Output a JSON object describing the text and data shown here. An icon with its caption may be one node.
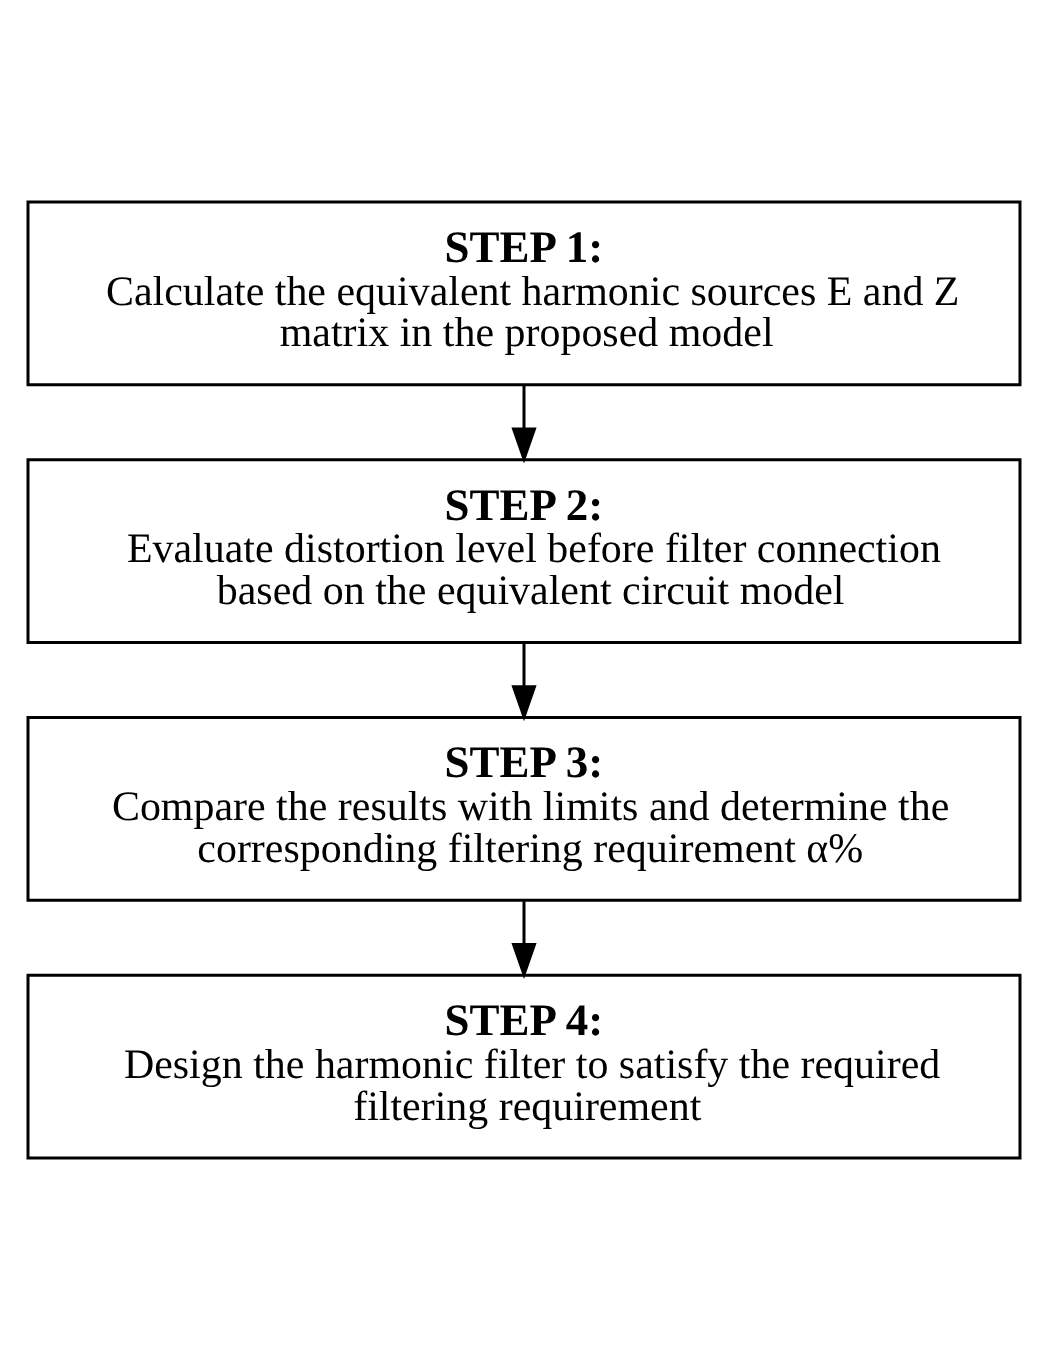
{
  "diagram": {
    "nodes": [
      {
        "text": [
          "STEP 1:",
          "Calculate the equivalent harmonic sources E and Z matrix in the proposed model"
        ]
      },
      {
        "text": [
          "STEP 2:",
          "Evaluate distortion level before filter connection based on the equivalent circuit model"
        ]
      },
      {
        "text": [
          "STEP 3:",
          "Compare the results with limits and determine the corresponding filtering requirement α%"
        ]
      },
      {
        "text": [
          "STEP 4:",
          "Design the harmonic filter to satisfy the required filtering requirement"
        ]
      }
    ],
    "edges": [
      {
        "from": 0,
        "to": 1,
        "arrow": "to"
      },
      {
        "from": 1,
        "to": 2,
        "arrow": "to"
      },
      {
        "from": 2,
        "to": 3,
        "arrow": "to"
      }
    ]
  }
}
